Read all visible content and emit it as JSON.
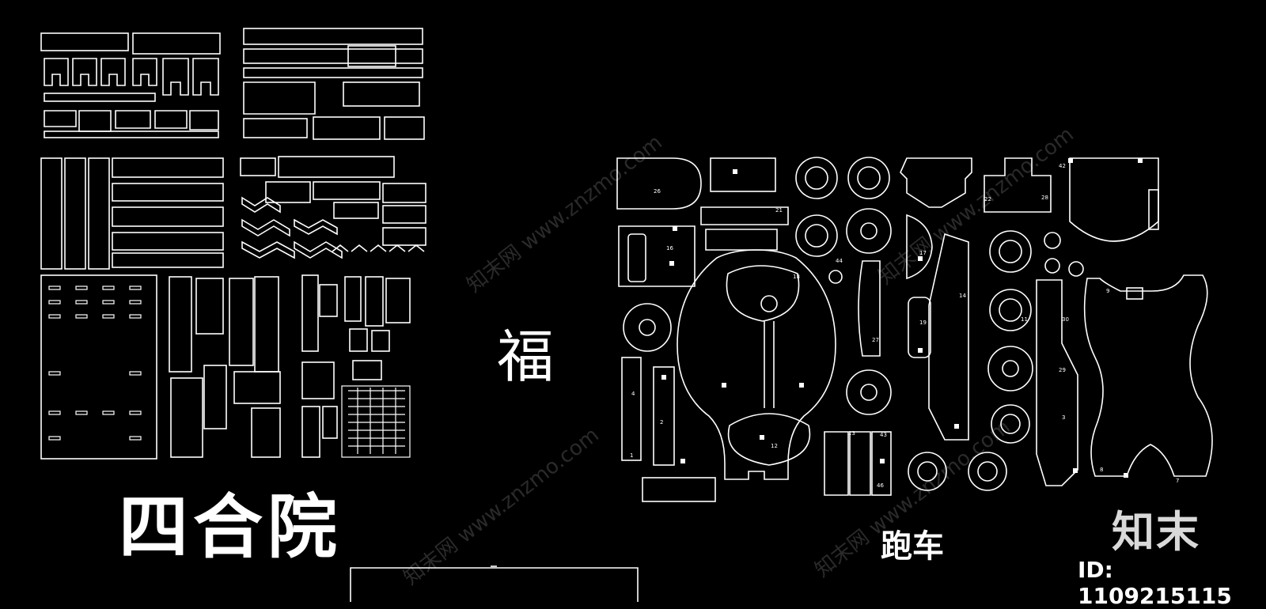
{
  "labels": {
    "siheyuan": "四合院",
    "paoche": "跑车",
    "fu": "福"
  },
  "brand": "知末",
  "id_text": "ID: 1109215115",
  "watermark": "知末网 www.znzmo.com",
  "part_numbers": [
    "26",
    "21",
    "42",
    "22",
    "28",
    "16",
    "44",
    "27",
    "17",
    "19",
    "18",
    "14",
    "12",
    "13",
    "43",
    "46",
    "11",
    "30",
    "29",
    "9",
    "7",
    "8",
    "3",
    "4",
    "2",
    "1"
  ],
  "colors": {
    "background": "#000000",
    "line": "#ffffff",
    "watermark": "#2a2a2a"
  }
}
